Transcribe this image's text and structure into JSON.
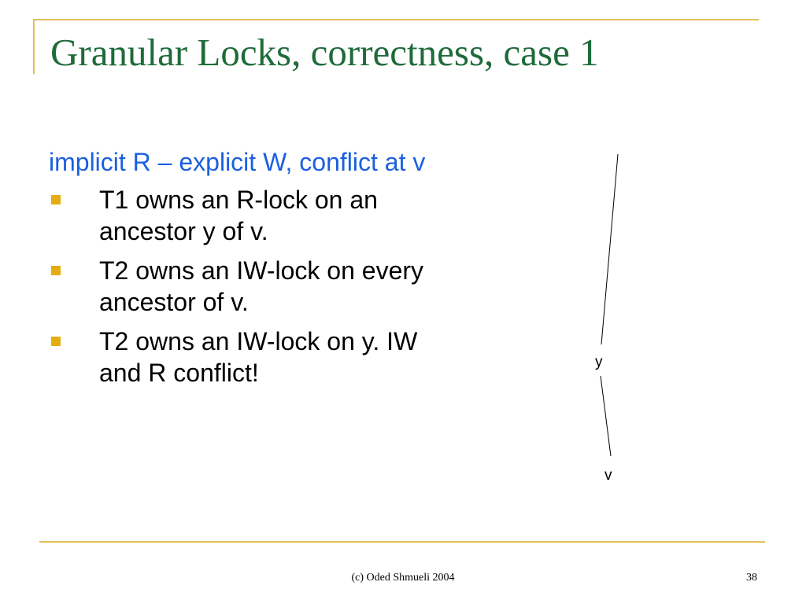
{
  "slide": {
    "title": "Granular Locks, correctness, case 1",
    "intro": "implicit R – explicit W, conflict at v",
    "bullets": [
      "T1 owns an R-lock on an ancestor y of v.",
      "T2 owns an IW-lock on every ancestor of v.",
      "T2 owns an IW-lock on y. IW and R conflict!"
    ],
    "diagram": {
      "node_y": "y",
      "node_v": "v"
    },
    "footer": "(c) Oded Shmueli 2004",
    "page_number": "38"
  },
  "colors": {
    "title": "#1f6b3a",
    "intro": "#1a5fe0",
    "bullet": "#e3ad12",
    "rule": "#e2c05a"
  }
}
